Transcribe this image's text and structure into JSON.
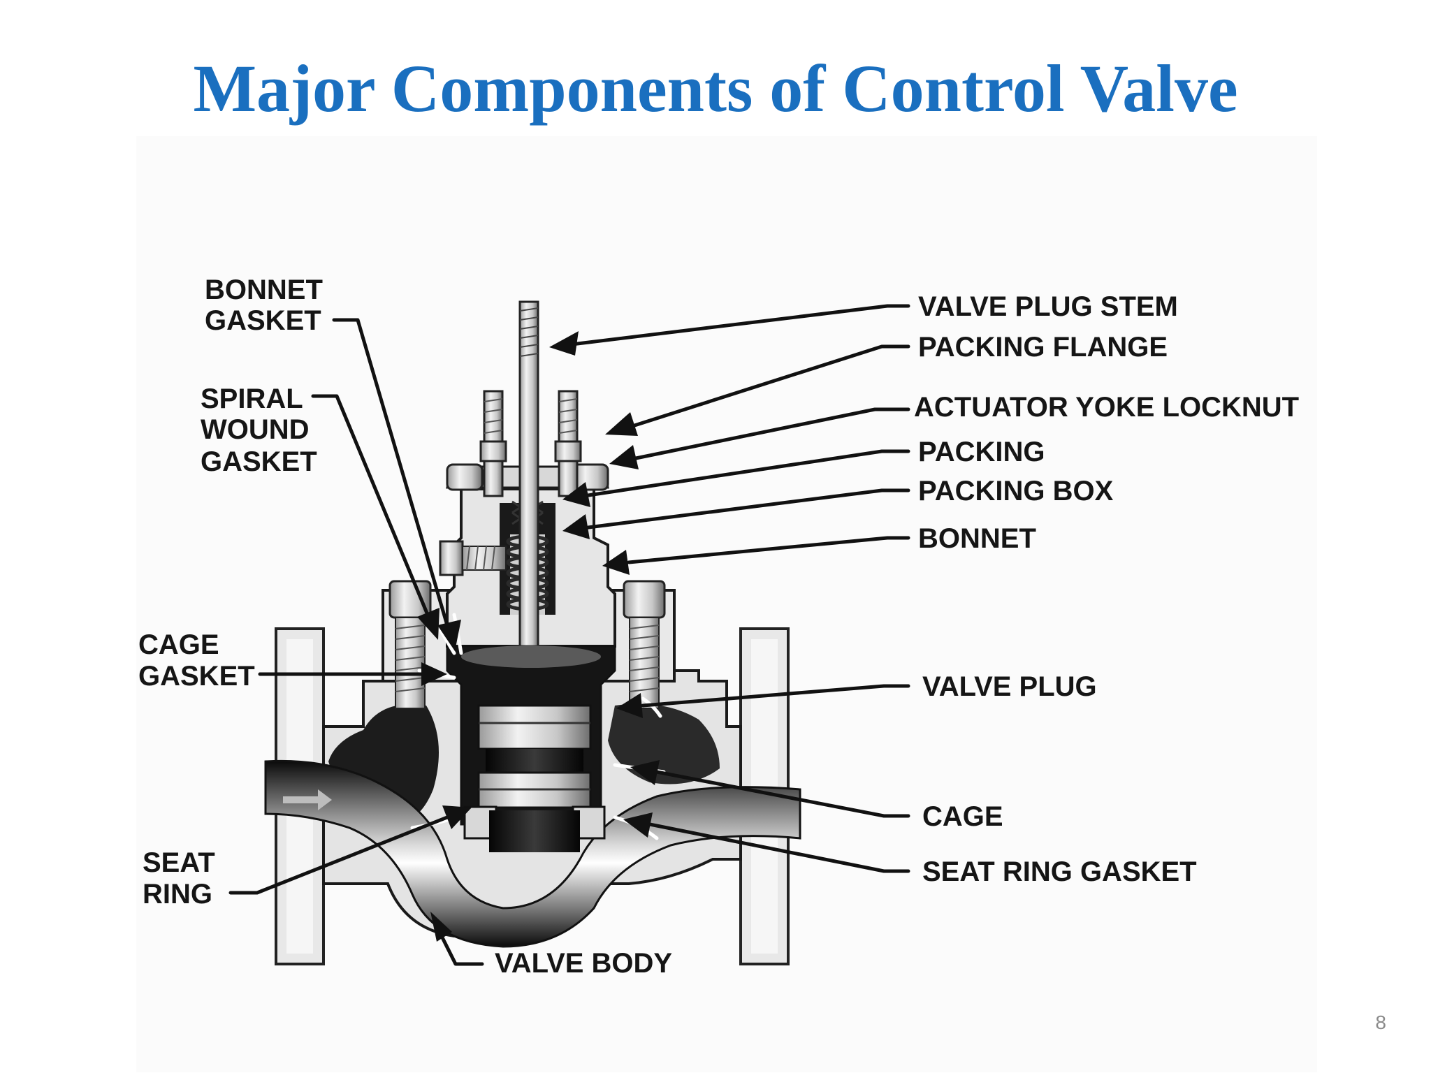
{
  "slide": {
    "title": "Major Components of Control Valve",
    "page_number": "8"
  },
  "labels": {
    "bonnet_gasket": [
      "BONNET",
      "GASKET"
    ],
    "spiral_wound_gasket": [
      "SPIRAL",
      "WOUND",
      "GASKET"
    ],
    "cage_gasket": [
      "CAGE",
      "GASKET"
    ],
    "seat_ring": [
      "SEAT",
      "RING"
    ],
    "valve_body": "VALVE BODY",
    "valve_plug_stem": "VALVE PLUG STEM",
    "packing_flange": "PACKING FLANGE",
    "actuator_yoke_locknut": "ACTUATOR YOKE LOCKNUT",
    "packing": "PACKING",
    "packing_box": "PACKING BOX",
    "bonnet": "BONNET",
    "valve_plug": "VALVE PLUG",
    "cage": "CAGE",
    "seat_ring_gasket": "SEAT RING GASKET"
  },
  "colors": {
    "title": "#1a6fbf",
    "labels": "#151515",
    "metal_light": "#e6e6e6",
    "metal_dark": "#141414"
  }
}
